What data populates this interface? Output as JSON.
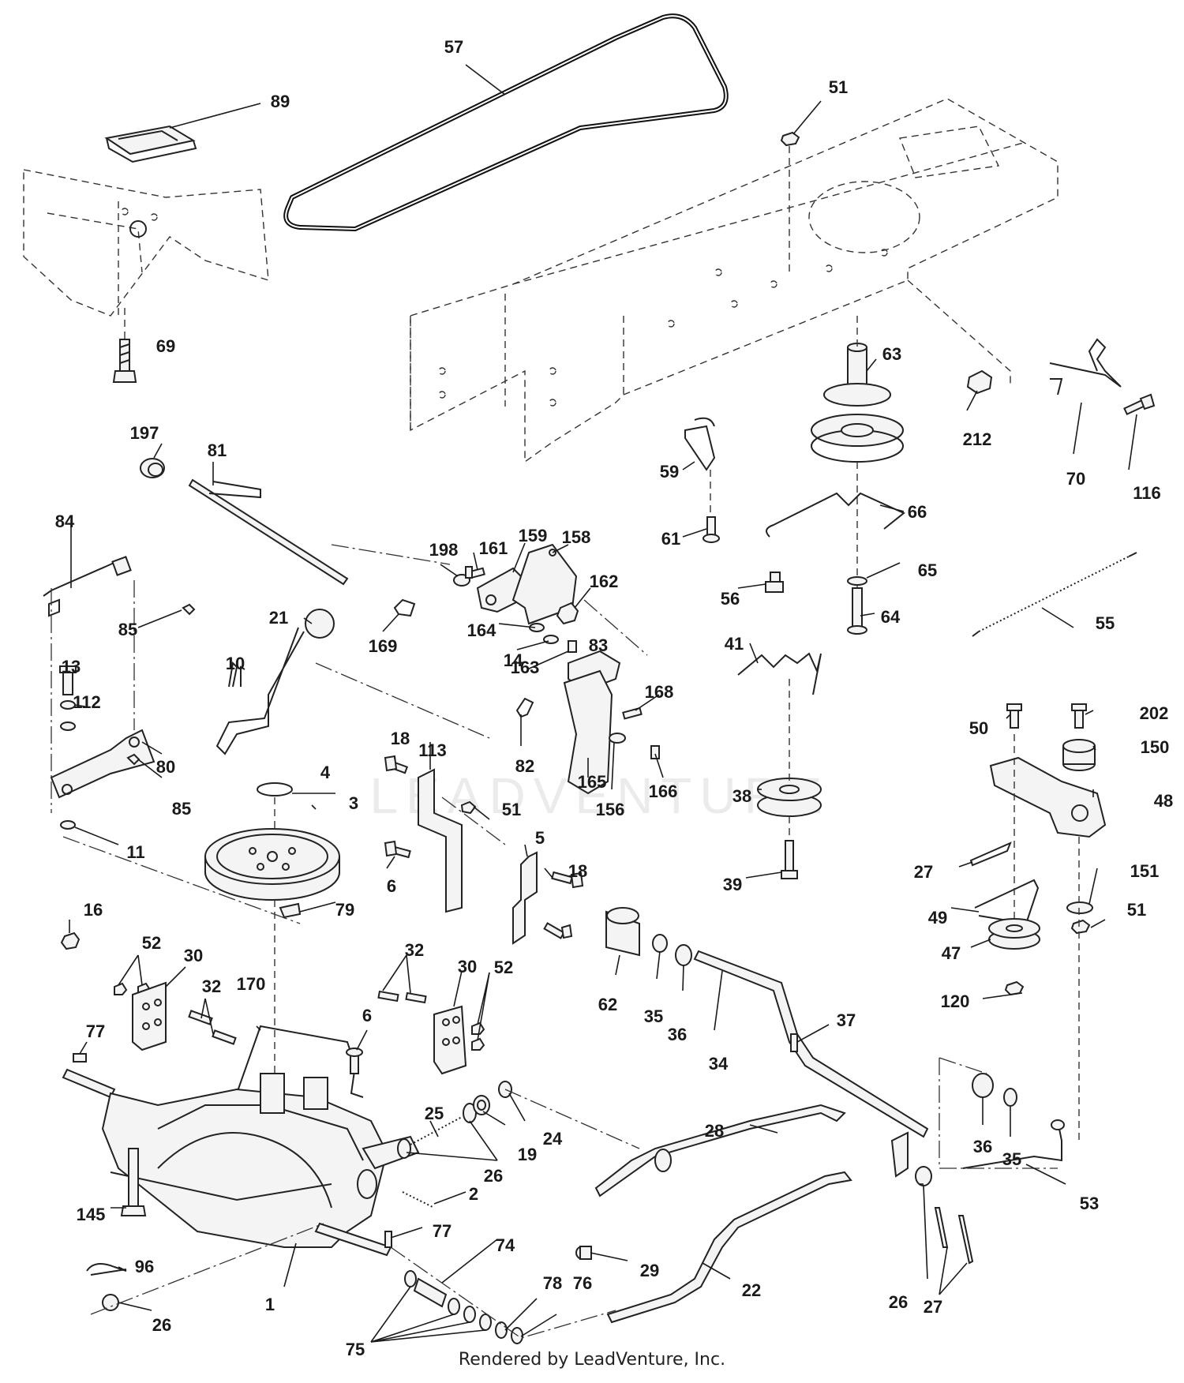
{
  "watermark": "LEADVENTURE",
  "footer": "Rendered by LeadVenture, Inc.",
  "labels": [
    "57",
    "89",
    "51",
    "69",
    "63",
    "212",
    "70",
    "116",
    "197",
    "81",
    "59",
    "66",
    "61",
    "84",
    "198",
    "161",
    "159",
    "158",
    "162",
    "65",
    "56",
    "64",
    "85",
    "169",
    "21",
    "10",
    "164",
    "14",
    "83",
    "41",
    "55",
    "13",
    "163",
    "168",
    "112",
    "82",
    "165",
    "166",
    "50",
    "202",
    "150",
    "80",
    "18",
    "113",
    "156",
    "4",
    "38",
    "48",
    "3",
    "85",
    "51",
    "11",
    "5",
    "18",
    "27",
    "151",
    "6",
    "39",
    "49",
    "51",
    "79",
    "47",
    "16",
    "52",
    "30",
    "32",
    "6",
    "32",
    "30",
    "52",
    "62",
    "35",
    "36",
    "34",
    "37",
    "120",
    "170",
    "77",
    "25",
    "19",
    "24",
    "26",
    "28",
    "36",
    "35",
    "145",
    "2",
    "53",
    "77",
    "74",
    "29",
    "22",
    "96",
    "26",
    "27",
    "1",
    "78",
    "76",
    "26",
    "75"
  ]
}
